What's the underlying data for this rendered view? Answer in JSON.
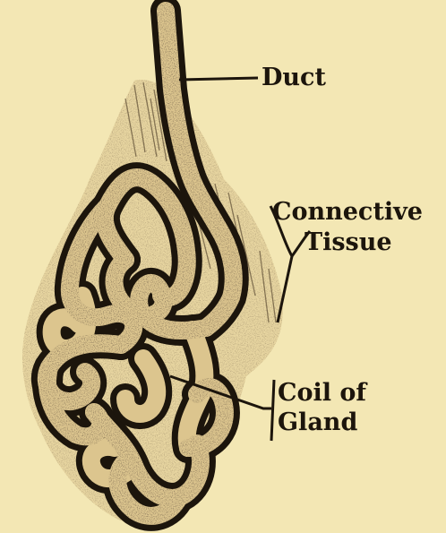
{
  "labels": {
    "duct": "Duct",
    "connective_tissue": [
      "Connective",
      "Tissue"
    ],
    "coil_of_gland": [
      "Coil of",
      "Gland"
    ]
  },
  "colors": {
    "background": "#f3e7b4",
    "ink": "#1c150c",
    "stipple": "#3a2a18",
    "tissue_fill": "#d8c08a"
  }
}
